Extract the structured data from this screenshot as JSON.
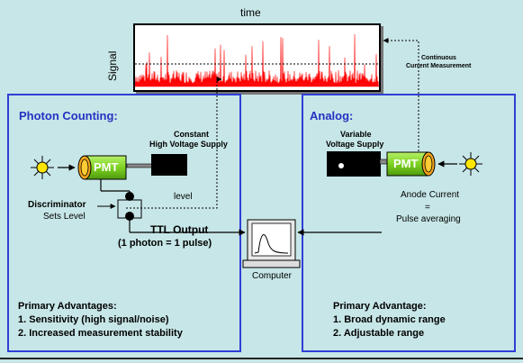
{
  "signal": {
    "time_label": "time",
    "signal_label": "Signal"
  },
  "continuous": {
    "line1": "Continuous",
    "line2": "Current Measurement"
  },
  "photon": {
    "title": "Photon Counting:",
    "supply_line1": "Constant",
    "supply_line2": "High Voltage Supply",
    "pmt": "PMT",
    "discriminator": "Discriminator",
    "sets_level": "Sets Level",
    "level": "level",
    "ttl_line1": "TTL Output",
    "ttl_line2": "(1 photon = 1 pulse)",
    "adv_title": "Primary Advantages:",
    "adv_items": [
      "1.   Sensitivity (high signal/noise)",
      "2.   Increased measurement stability"
    ]
  },
  "analog": {
    "title": "Analog:",
    "supply_line1": "Variable",
    "supply_line2": "Voltage Supply",
    "pmt": "PMT",
    "anode_line1": "Anode Current",
    "anode_line2": "=",
    "anode_line3": "Pulse averaging",
    "adv_title": "Primary Advantage:",
    "adv_items": [
      "1.   Broad dynamic range",
      "2.   Adjustable range"
    ]
  },
  "computer": {
    "label": "Computer"
  },
  "colors": {
    "panel_border": "#2f3fd6",
    "title_blue": "#2432c2",
    "pmt_green": "#7ed321",
    "signal_red": "#ff0000",
    "background": "#c7e6e7"
  }
}
